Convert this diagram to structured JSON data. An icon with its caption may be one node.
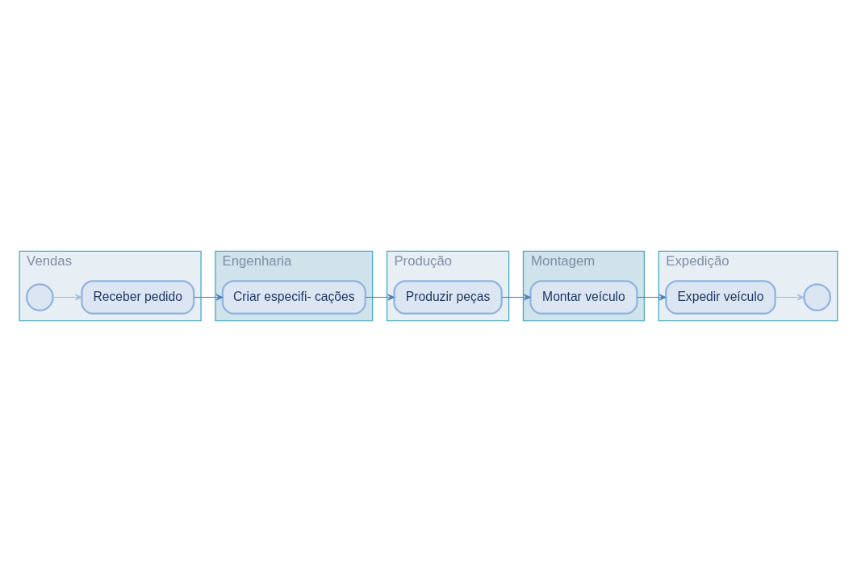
{
  "diagram": {
    "nodes": [
      {
        "text": [
          "Vendas"
        ]
      },
      {
        "text": [],
        "shape": "circle",
        "in": 0
      },
      {
        "text": [
          "Receber pedido"
        ],
        "in": 0
      },
      {
        "text": [
          "Engenharia"
        ]
      },
      {
        "text": [
          "Criar especifi- cações"
        ],
        "in": 3
      },
      {
        "text": [
          "Produção"
        ]
      },
      {
        "text": [
          "Produzir peças"
        ],
        "in": 5
      },
      {
        "text": [
          "Montagem"
        ]
      },
      {
        "text": [
          "Montar veículo"
        ],
        "in": 7
      },
      {
        "text": [
          "Expedição"
        ]
      },
      {
        "text": [
          "Expedir veículo"
        ],
        "in": 9
      },
      {
        "text": [],
        "shape": "circle",
        "in": 9
      }
    ],
    "edges": [
      {
        "from": 1,
        "to": 2,
        "arrow": "to",
        "color": "#9fbfe6"
      },
      {
        "from": 2,
        "to": 4,
        "arrow": "to"
      },
      {
        "from": 4,
        "to": 6,
        "arrow": "to"
      },
      {
        "from": 6,
        "to": 8,
        "arrow": "to"
      },
      {
        "from": 8,
        "to": 10,
        "arrow": "to"
      },
      {
        "from": 10,
        "to": 11,
        "arrow": "to",
        "color": "#9fbfe6"
      }
    ]
  }
}
